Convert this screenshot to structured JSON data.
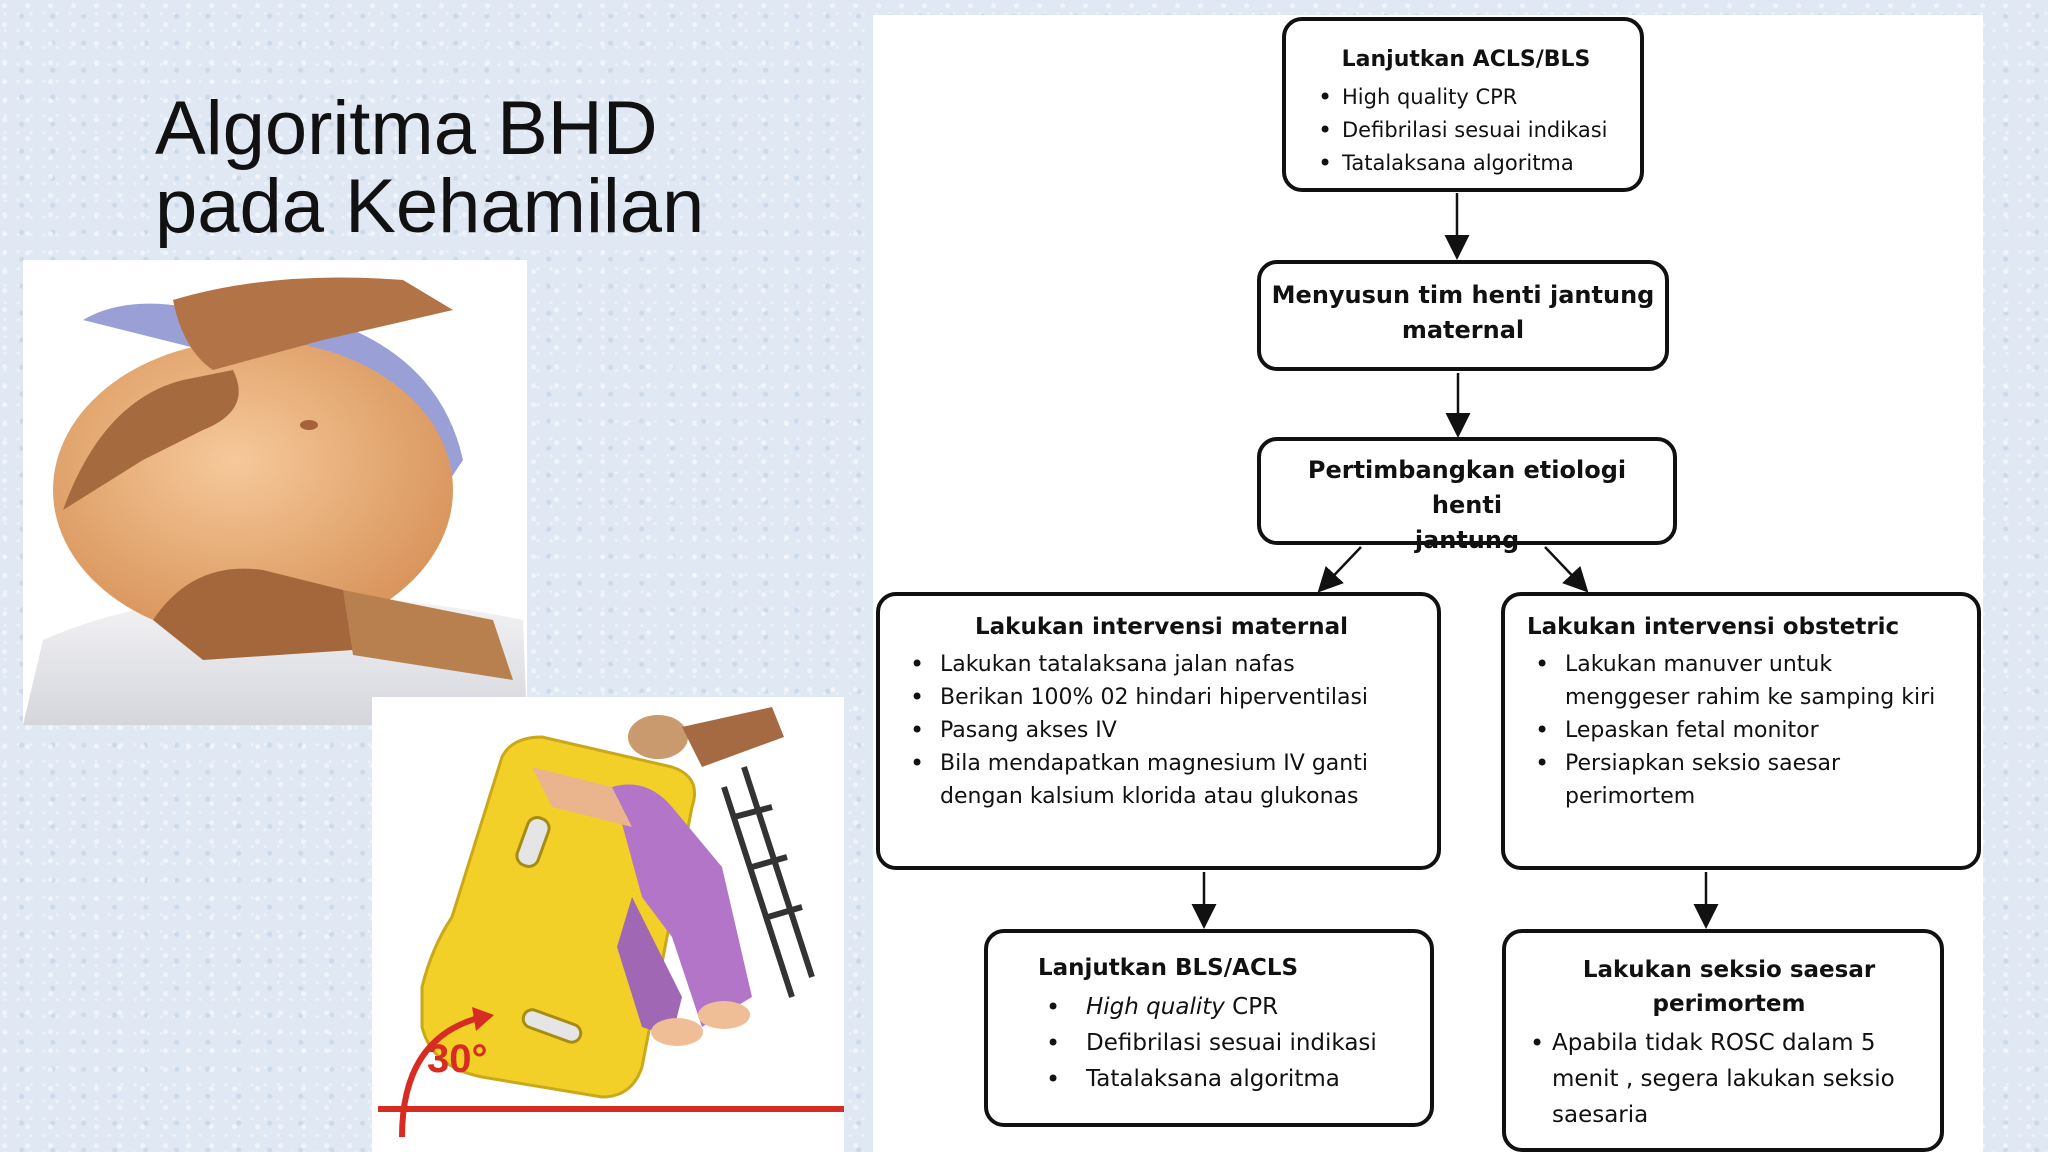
{
  "title": {
    "line1": "Algoritma BHD",
    "line2": "pada Kehamilan"
  },
  "images": [
    {
      "name": "manual-uterine-displacement-illustration"
    },
    {
      "name": "left-lateral-tilt-30-degree-illustration",
      "angle_label": "30°"
    }
  ],
  "flowchart": {
    "top": {
      "heading": "Lanjutkan ACLS/BLS",
      "items": [
        "High quality CPR",
        "Defibrilasi sesuai indikasi",
        "Tatalaksana algoritma"
      ]
    },
    "team": {
      "heading_line1": "Menyusun tim henti jantung",
      "heading_line2": "maternal"
    },
    "etiology": {
      "heading_line1": "Pertimbangkan etiologi henti",
      "heading_line2": "jantung"
    },
    "maternal": {
      "heading": "Lakukan intervensi maternal",
      "items": [
        "Lakukan tatalaksana jalan nafas",
        "Berikan 100% 02 hindari hiperventilasi",
        "Pasang akses IV",
        "Bila mendapatkan magnesium IV ganti dengan kalsium klorida atau glukonas"
      ]
    },
    "obstetric": {
      "heading": "Lakukan intervensi obstetric",
      "items": [
        "Lakukan manuver untuk menggeser rahim ke samping kiri",
        "Lepaskan fetal monitor",
        "Persiapkan seksio saesar perimortem"
      ]
    },
    "bls": {
      "heading": "Lanjutkan BLS/ACLS",
      "item1_italic": "High quality",
      "item1_rest": " CPR",
      "items": [
        "Defibrilasi sesuai indikasi",
        "Tatalaksana algoritma"
      ]
    },
    "seksio": {
      "heading_line1": "Lakukan seksio saesar",
      "heading_line2": "perimortem",
      "items": [
        "Apabila tidak ROSC dalam 5 menit , segera lakukan seksio saesaria"
      ]
    }
  }
}
